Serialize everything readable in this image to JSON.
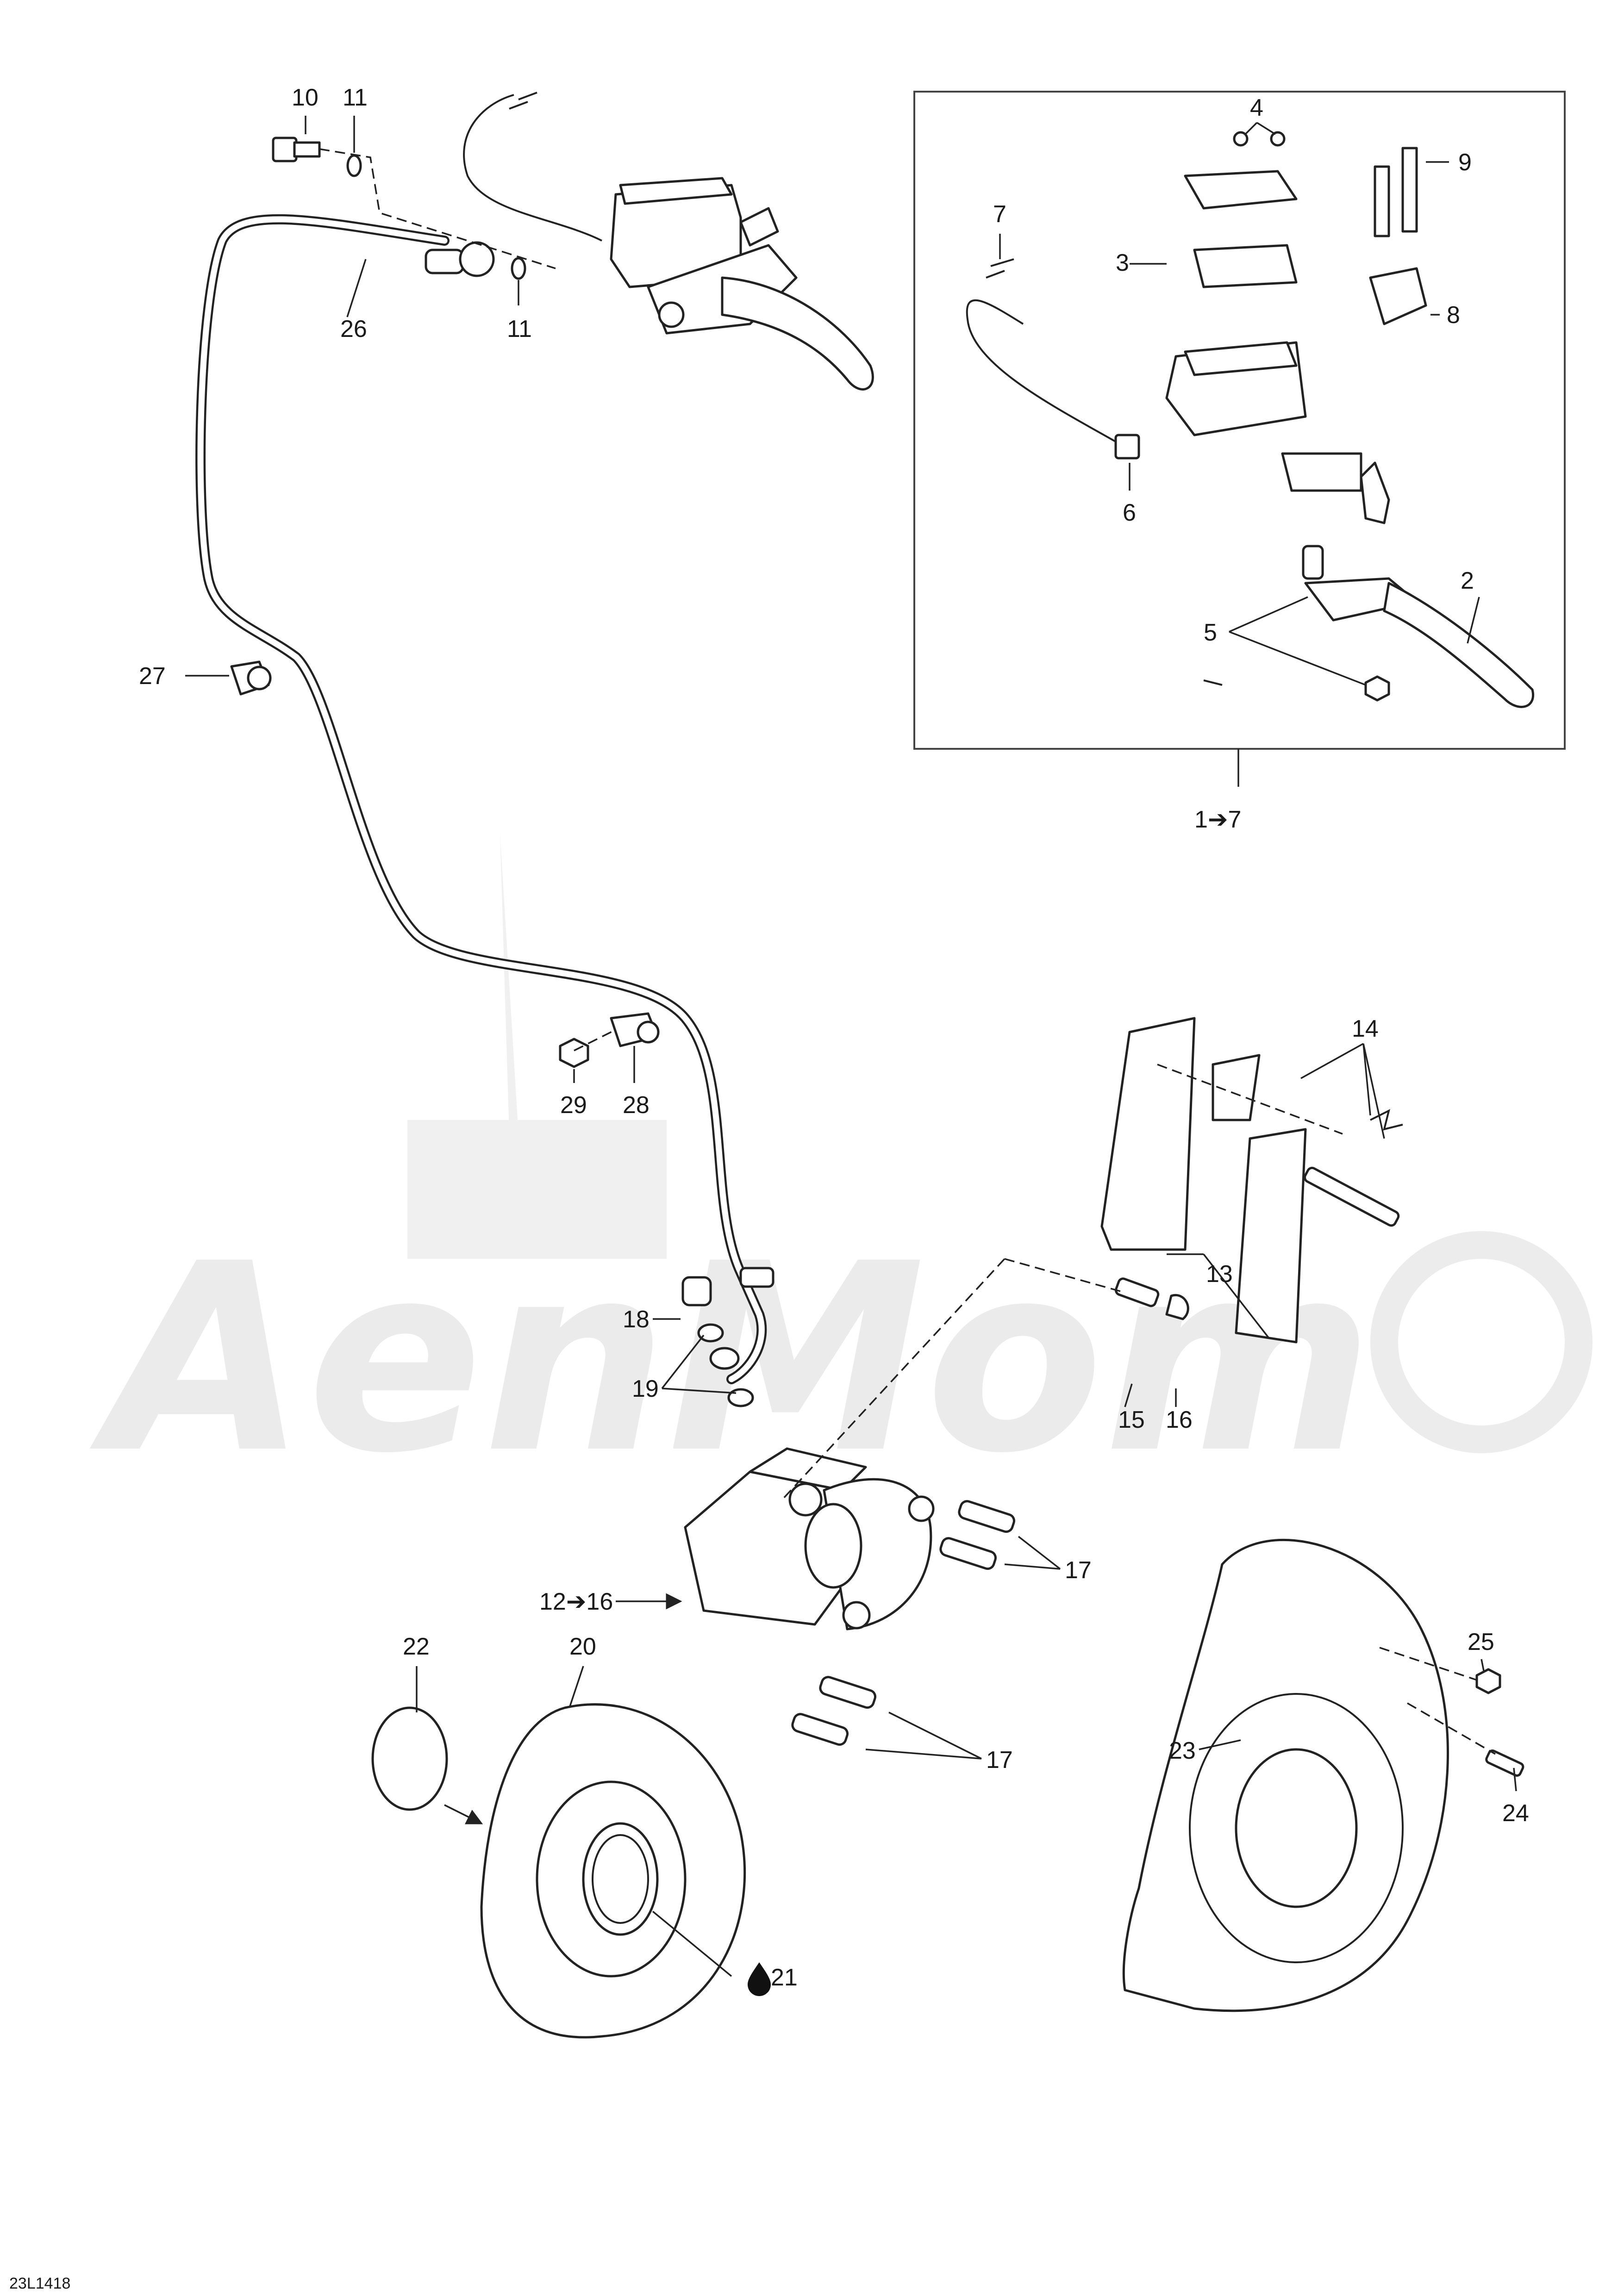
{
  "watermark": {
    "text": "AenMom"
  },
  "figure_code": "23L1418",
  "kit_box_label": "1➔7",
  "caliper_kit_label": "12➔16",
  "callouts": {
    "n2": "2",
    "n3": "3",
    "n4": "4",
    "n5": "5",
    "n6": "6",
    "n7": "7",
    "n8": "8",
    "n9": "9",
    "n10": "10",
    "n11a": "11",
    "n11b": "11",
    "n13": "13",
    "n14": "14",
    "n15": "15",
    "n16": "16",
    "n17a": "17",
    "n17b": "17",
    "n18": "18",
    "n19": "19",
    "n20": "20",
    "n21": "21",
    "n22": "22",
    "n23": "23",
    "n24": "24",
    "n25": "25",
    "n26": "26",
    "n27": "27",
    "n28": "28",
    "n29": "29"
  },
  "icons": {
    "lubricant": "oil-drop-icon",
    "arrow": "arrow-right-icon"
  }
}
